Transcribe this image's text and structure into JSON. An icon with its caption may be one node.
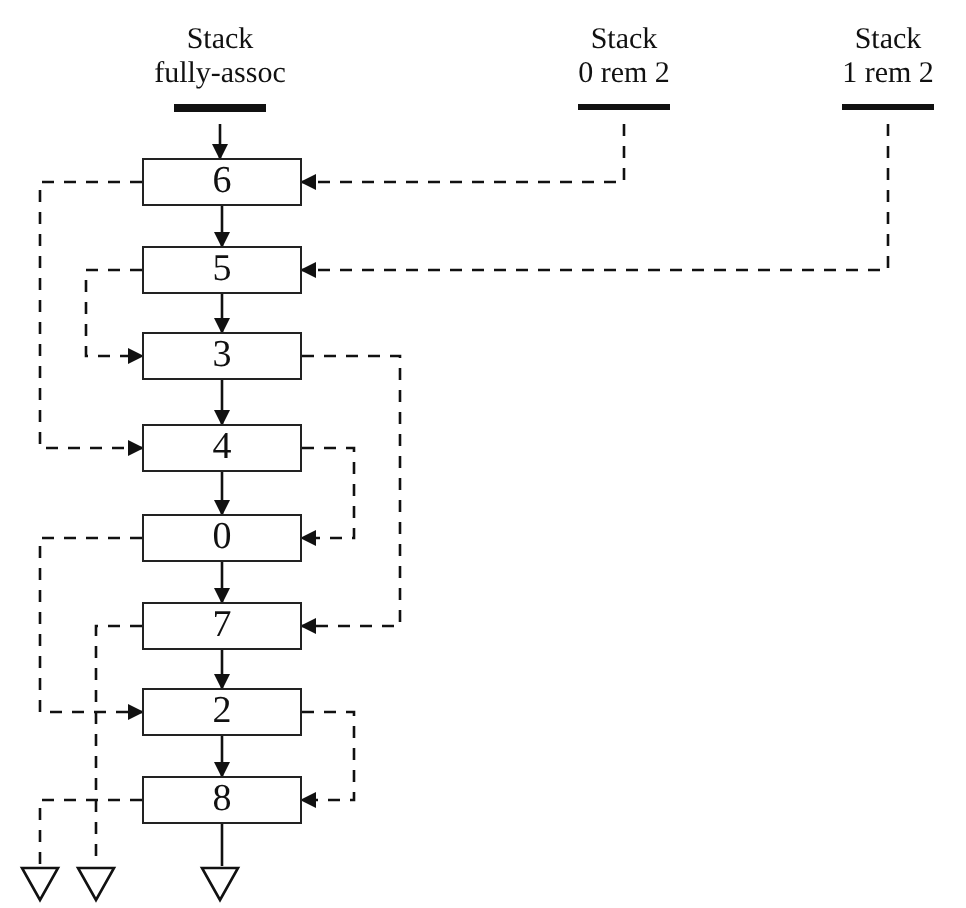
{
  "diagram": {
    "nodes": [
      {
        "text": [
          "Stack",
          "fully-assoc"
        ]
      },
      {
        "text": [
          "Stack",
          "0 rem 2"
        ]
      },
      {
        "text": [
          "Stack",
          "1 rem 2"
        ]
      },
      {
        "text": [
          "6"
        ]
      },
      {
        "text": [
          "5"
        ]
      },
      {
        "text": [
          "3"
        ]
      },
      {
        "text": [
          "4"
        ]
      },
      {
        "text": [
          "0"
        ]
      },
      {
        "text": [
          "7"
        ]
      },
      {
        "text": [
          "2"
        ]
      },
      {
        "text": [
          "8"
        ]
      },
      {
        "text": [],
        "shape": "triangle"
      },
      {
        "text": [],
        "shape": "triangle"
      },
      {
        "text": [],
        "shape": "triangle"
      }
    ],
    "edges": [
      {
        "from": 0,
        "to": 3,
        "arrow": "to"
      },
      {
        "from": 3,
        "to": 4,
        "arrow": "to"
      },
      {
        "from": 4,
        "to": 5,
        "arrow": "to"
      },
      {
        "from": 5,
        "to": 6,
        "arrow": "to"
      },
      {
        "from": 6,
        "to": 7,
        "arrow": "to"
      },
      {
        "from": 7,
        "to": 8,
        "arrow": "to"
      },
      {
        "from": 8,
        "to": 9,
        "arrow": "to"
      },
      {
        "from": 9,
        "to": 10,
        "arrow": "to"
      },
      {
        "from": 10,
        "to": 13,
        "arrow": "none"
      },
      {
        "from": 1,
        "to": 3,
        "arrow": "to",
        "style": "dashed"
      },
      {
        "from": 2,
        "to": 4,
        "arrow": "to",
        "style": "dashed"
      },
      {
        "from": 3,
        "to": 6,
        "arrow": "to",
        "style": "dashed"
      },
      {
        "from": 4,
        "to": 5,
        "arrow": "to",
        "style": "dashed"
      },
      {
        "from": 5,
        "to": 8,
        "arrow": "to",
        "style": "dashed"
      },
      {
        "from": 6,
        "to": 7,
        "arrow": "to",
        "style": "dashed"
      },
      {
        "from": 7,
        "to": 9,
        "arrow": "to",
        "style": "dashed"
      },
      {
        "from": 8,
        "to": 12,
        "arrow": "none",
        "style": "dashed"
      },
      {
        "from": 9,
        "to": 10,
        "arrow": "to",
        "style": "dashed"
      },
      {
        "from": 10,
        "to": 11,
        "arrow": "none",
        "style": "dashed"
      }
    ]
  }
}
